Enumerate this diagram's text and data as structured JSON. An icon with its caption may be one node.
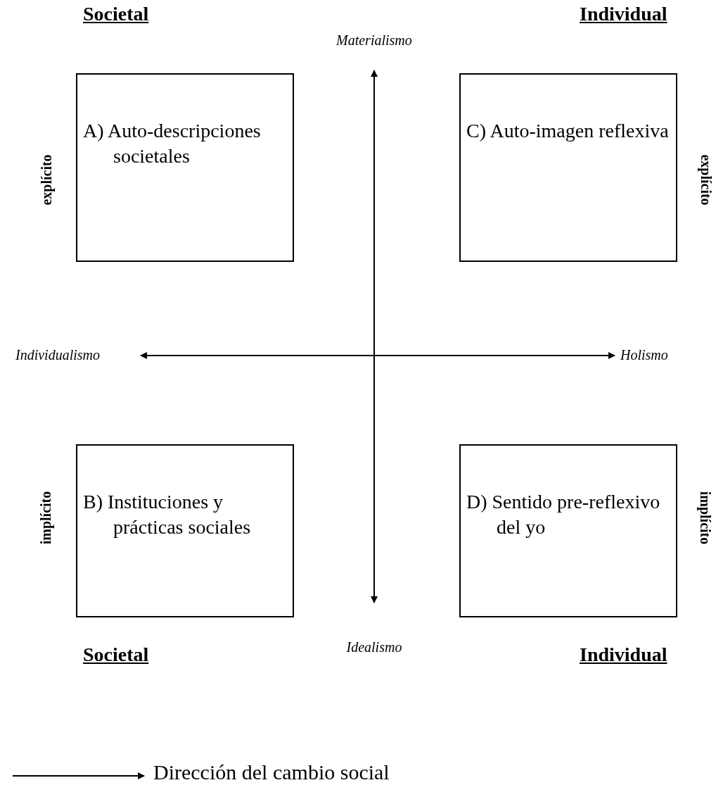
{
  "diagram": {
    "nodes": [
      {
        "text": [
          "A) Auto-descripciones societales"
        ]
      },
      {
        "text": [
          "C) Auto-imagen reflexiva"
        ]
      },
      {
        "text": [
          "B) Instituciones y prácticas sociales"
        ]
      },
      {
        "text": [
          "D) Sentido pre-reflexivo del yo"
        ]
      }
    ],
    "edges": [],
    "labels": [
      "Societal",
      "Individual",
      "Materialismo",
      "explícito",
      "explícito",
      "Individualismo",
      "Holismo",
      "implícito",
      "implícito",
      "Societal",
      "Idealismo",
      "Individual"
    ],
    "legend": [
      {
        "text": "Dirección del cambio social"
      }
    ]
  }
}
